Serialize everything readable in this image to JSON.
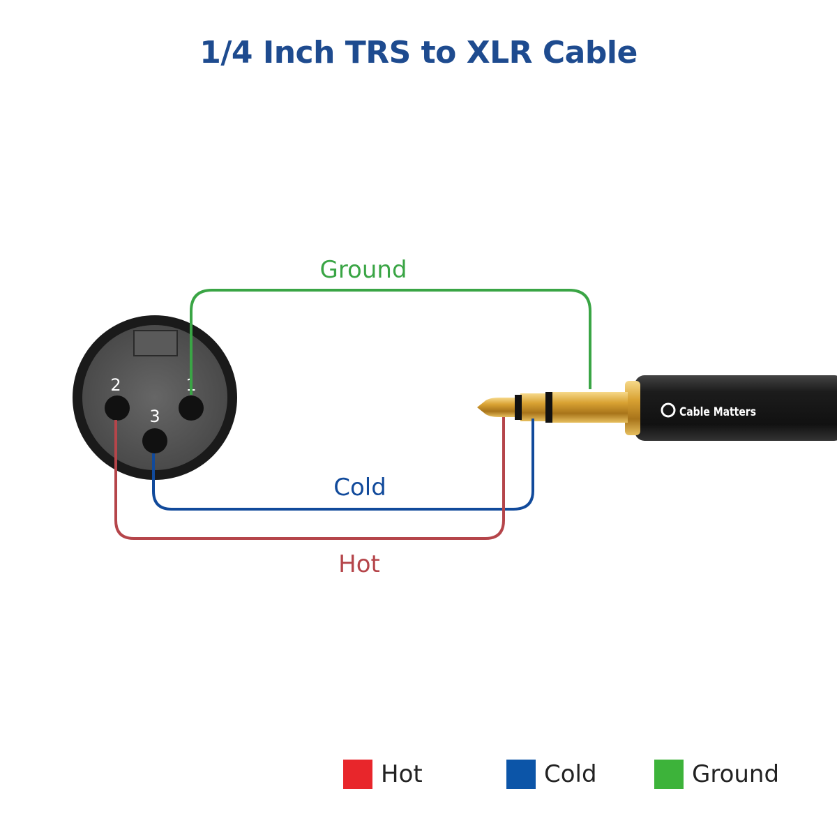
{
  "title": "1/4 Inch TRS to XLR Cable",
  "colors": {
    "title": "#1e4b8f",
    "hot": "#b5454a",
    "cold": "#114a9b",
    "ground": "#3aa545",
    "legend_hot": "#e8262b",
    "legend_cold": "#0c55a8",
    "legend_ground": "#3db33a",
    "xlr_body": "#1a1a1a",
    "xlr_face": "#555555",
    "plug_body": "#1c1c1c",
    "gold": "#d9a233"
  },
  "xlr": {
    "pins": [
      {
        "number": "1"
      },
      {
        "number": "2"
      },
      {
        "number": "3"
      }
    ]
  },
  "wires": {
    "ground_label": "Ground",
    "cold_label": "Cold",
    "hot_label": "Hot"
  },
  "plug": {
    "brand": "Cable Matters"
  },
  "legend": [
    {
      "label": "Hot",
      "icon": "red-swatch"
    },
    {
      "label": "Cold",
      "icon": "blue-swatch"
    },
    {
      "label": "Ground",
      "icon": "green-swatch"
    }
  ]
}
